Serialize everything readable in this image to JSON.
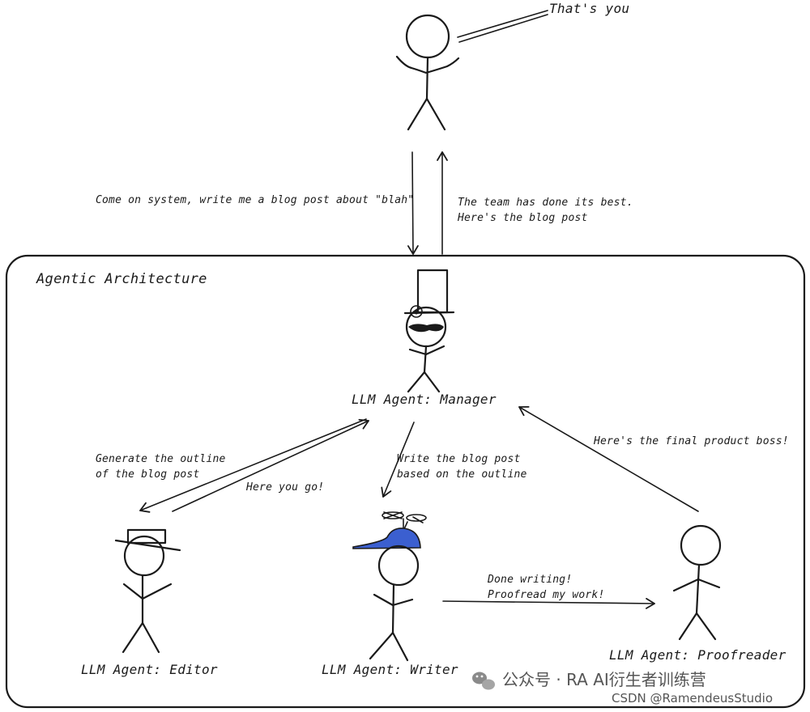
{
  "user": {
    "callout": "That's you"
  },
  "user_flow": {
    "request": "Come on system, write me a blog post about \"blah\"",
    "response": "The team has done its best.\nHere's the blog post"
  },
  "architecture": {
    "title": "Agentic Architecture"
  },
  "agents": {
    "manager": "LLM Agent: Manager",
    "editor": "LLM Agent: Editor",
    "writer": "LLM Agent: Writer",
    "proofreader": "LLM Agent: Proofreader"
  },
  "messages": {
    "to_editor": "Generate the outline\nof the blog post",
    "from_editor": "Here you go!",
    "to_writer": "Write the blog post\nbased on the outline",
    "writer_to_proofreader": "Done writing!\nProofread my work!",
    "proofreader_to_manager": "Here's the final product boss!"
  },
  "colors": {
    "writer_cap": "#3b5fd0",
    "ink": "#1a1a1a",
    "background": "#ffffff"
  },
  "watermark": {
    "main": "公众号 · RA AI衍生者训练营",
    "sub": "CSDN @RamendeusStudio",
    "icon": "wechat-icon"
  }
}
